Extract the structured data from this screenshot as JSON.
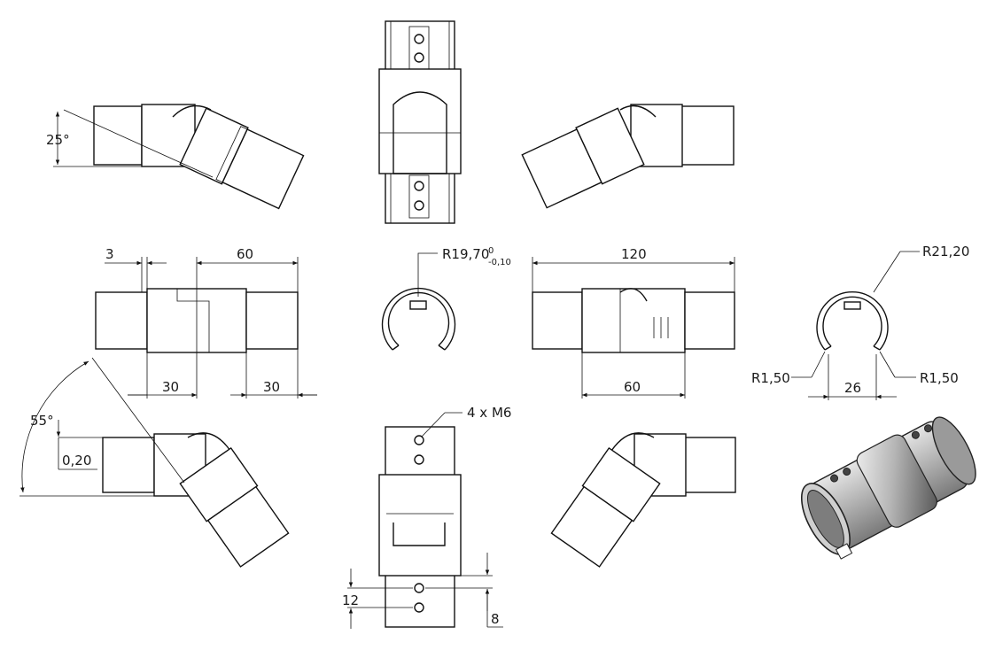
{
  "dimensions": {
    "angle_top": "25°",
    "angle_bottom": "55°",
    "d_3": "3",
    "d_60_top": "60",
    "d_30_left": "30",
    "d_30_right": "30",
    "d_0_20": "0,20",
    "r_inner_main": "R19,70",
    "r_inner_tol_upper": "0",
    "r_inner_tol_lower": "-0,10",
    "d_120": "120",
    "d_60_bottom": "60",
    "r_outer": "R21,20",
    "r_edge_left": "R1,50",
    "r_edge_right": "R1,50",
    "d_26": "26",
    "thread_callout": "4 x M6",
    "d_12": "12",
    "d_8": "8"
  },
  "colors": {
    "line": "#111111",
    "metal_light": "#d9d9d9",
    "metal_mid": "#a6a6a6",
    "metal_dark": "#5a5a5a"
  }
}
